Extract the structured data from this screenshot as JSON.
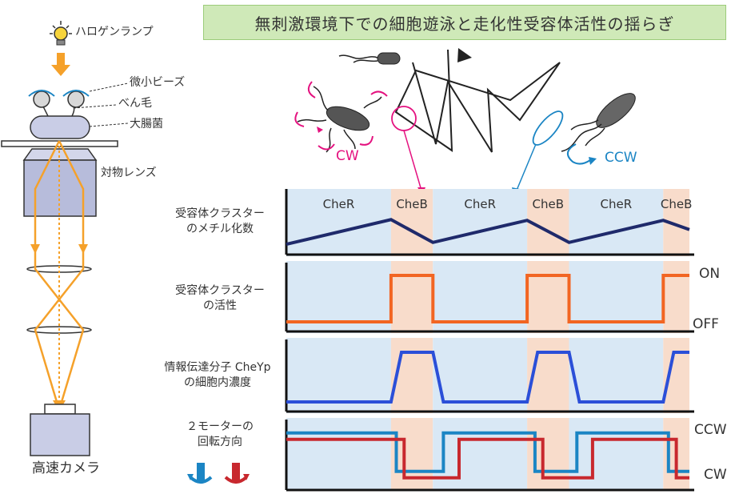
{
  "title": "無刺激環境下での細胞遊泳と走化性受容体活性の揺らぎ",
  "microscope": {
    "lamp_label": "ハロゲンランプ",
    "beads_label": "微小ビーズ",
    "flagellum_label": "べん毛",
    "ecoli_label": "大腸菌",
    "objective_label": "対物レンズ",
    "camera_label": "高速カメラ"
  },
  "swimming": {
    "cw_label": "CW",
    "ccw_label": "CCW"
  },
  "panels": {
    "methylation": {
      "label_line1": "受容体クラスター",
      "label_line2": "のメチル化数"
    },
    "activity": {
      "label_line1": "受容体クラスター",
      "label_line2": "の活性",
      "on_label": "ON",
      "off_label": "OFF"
    },
    "cheyp": {
      "label_line1": "情報伝達分子 CheYp",
      "label_line2": "の細胞内濃度"
    },
    "motors": {
      "label_line1": "２モーターの",
      "label_line2": "回転方向",
      "ccw_label": "CCW",
      "cw_label": "CW"
    }
  },
  "phases": [
    {
      "name": "CheR",
      "start": 0.0,
      "end": 2.0
    },
    {
      "name": "CheB",
      "start": 2.0,
      "end": 2.8
    },
    {
      "name": "CheR",
      "start": 2.8,
      "end": 4.6
    },
    {
      "name": "CheB",
      "start": 4.6,
      "end": 5.4
    },
    {
      "name": "CheR",
      "start": 5.4,
      "end": 7.2
    },
    {
      "name": "CheB",
      "start": 7.2,
      "end": 7.7
    }
  ],
  "colors": {
    "cher_band": "#d9e8f5",
    "cheb_band": "#f8dccb",
    "methylation_line": "#1f2a6b",
    "activity_line": "#f26522",
    "cheyp_line": "#2b4fd8",
    "motor1_line": "#1b85c4",
    "motor2_line": "#c8282e",
    "optics": "#f5a12a",
    "magenta": "#e4117f",
    "blue": "#1b85c4"
  },
  "chart_data": [
    {
      "type": "line",
      "title": "受容体クラスターのメチル化数",
      "x": [
        0.0,
        2.0,
        2.8,
        4.6,
        5.4,
        7.2,
        7.7
      ],
      "y": [
        0.15,
        0.82,
        0.2,
        0.8,
        0.2,
        0.8,
        0.55
      ]
    },
    {
      "type": "line",
      "title": "受容体クラスターの活性",
      "x": [
        0.0,
        2.0,
        2.0,
        2.8,
        2.8,
        4.6,
        4.6,
        5.4,
        5.4,
        7.2,
        7.2,
        7.7
      ],
      "y": [
        0,
        0,
        1,
        1,
        0,
        0,
        1,
        1,
        0,
        0,
        1,
        1
      ],
      "ytick_labels": [
        "OFF",
        "ON"
      ]
    },
    {
      "type": "line",
      "title": "情報伝達分子 CheYp の細胞内濃度",
      "x": [
        0.0,
        2.0,
        2.2,
        2.8,
        3.0,
        4.6,
        4.8,
        5.4,
        5.6,
        7.2,
        7.4,
        7.7
      ],
      "y": [
        0,
        0,
        1,
        1,
        0,
        0,
        1,
        1,
        0,
        0,
        1,
        1
      ]
    },
    {
      "type": "line",
      "title": "２モーターの回転方向",
      "ytick_labels": [
        "CW",
        "CCW"
      ],
      "series": [
        {
          "x": [
            0.0,
            2.1,
            2.1,
            3.0,
            3.0,
            4.75,
            4.75,
            5.55,
            5.55,
            7.3,
            7.3,
            7.7
          ],
          "y": [
            1.0,
            1.0,
            0.1,
            0.1,
            1.0,
            1.0,
            0.1,
            0.1,
            1.0,
            1.0,
            0.1,
            0.1
          ]
        },
        {
          "x": [
            0.0,
            2.25,
            2.25,
            3.3,
            3.3,
            4.9,
            4.9,
            5.85,
            5.85,
            7.45,
            7.45,
            7.7
          ],
          "y": [
            0.85,
            0.85,
            -0.05,
            -0.05,
            0.85,
            0.85,
            -0.05,
            -0.05,
            0.85,
            0.85,
            -0.05,
            -0.05
          ]
        }
      ]
    }
  ]
}
